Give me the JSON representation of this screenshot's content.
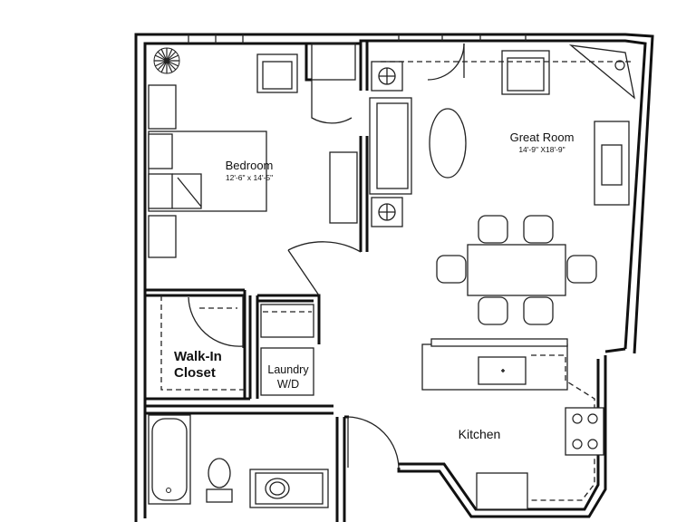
{
  "rooms": {
    "bedroom": {
      "name": "Bedroom",
      "dimensions": "12'-6\" x 14'-5\""
    },
    "great_room": {
      "name": "Great Room",
      "dimensions": "14'-9\" X18'-9\""
    },
    "walk_in_closet": {
      "line1": "Walk-In",
      "line2": "Closet"
    },
    "laundry": {
      "line1": "Laundry",
      "line2": "W/D"
    },
    "kitchen": {
      "name": "Kitchen"
    }
  },
  "colors": {
    "line": "#111111",
    "background": "#ffffff"
  }
}
